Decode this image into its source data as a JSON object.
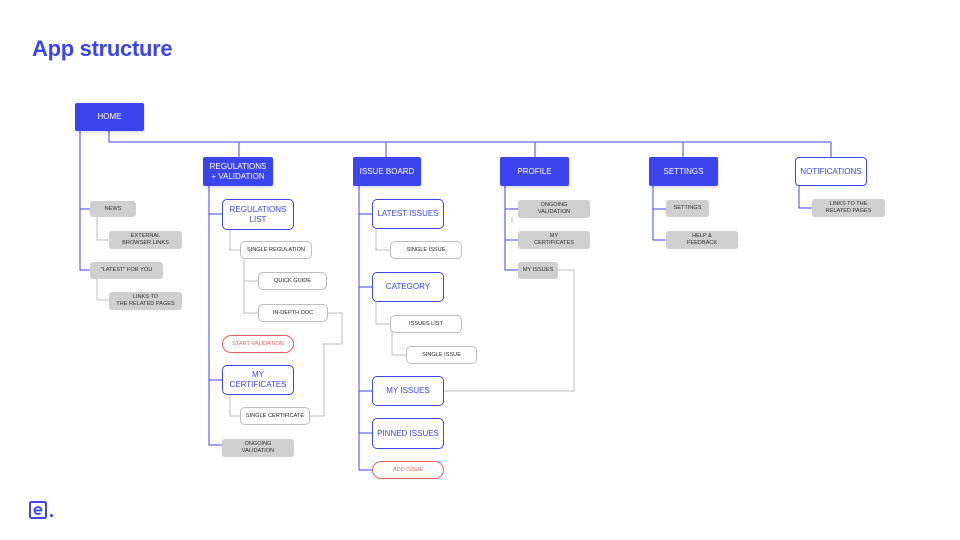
{
  "title": "App structure",
  "colors": {
    "accent": "#3c44ee",
    "action": "#e8615f",
    "gray_fill": "#cfcfcf",
    "outline_gray": "#bdbdbd"
  },
  "logo": "e-logo-icon",
  "nodes": {
    "home": "HOME",
    "regulations": "REGULATIONS\n+ VALIDATION",
    "issue_board": "ISSUE BOARD",
    "profile": "PROFILE",
    "settings": "SETTINGS",
    "notifications": "NOTIFICATIONS",
    "news": "NEWS",
    "external_browser_links": "EXTERNAL\nBROWSER LINKS",
    "latest_for_you": "\"LATEST\" FOR YOU",
    "links_related_pages_home": "LINKS TO\nTHE RELATED PAGES",
    "regulations_list": "REGULATIONS\nLIST",
    "single_regulation": "SINGLE REGULATION",
    "quick_guide": "QUICK GUIDE",
    "in_depth_doc": "IN-DEPTH DOC",
    "start_validation": "START VALIDATION",
    "my_certificates": "MY\nCERTIFICATES",
    "single_certificate": "SINGLE CERTIFICATE",
    "ongoing_validation_reg": "ONGOING\nVALIDATION",
    "latest_issues": "LATEST ISSUES",
    "single_issue_latest": "SINGLE ISSUE",
    "category": "CATEGORY",
    "issues_list": "ISSUES LIST",
    "single_issue_category": "SINGLE ISSUE",
    "my_issues": "MY ISSUES",
    "pinned_issues": "PINNED ISSUES",
    "add_issue": "ADD ISSUE",
    "ongoing_validation_profile": "ONGOING\nVALIDATION",
    "my_certificates_profile": "MY\nCERTIFICATES",
    "my_issues_profile": "MY ISSUES",
    "settings_item": "SETTINGS",
    "help_feedback": "HELP &\nFEEDBACK",
    "links_related_pages_notif": "LINKS TO THE\nRELATED PAGES"
  }
}
